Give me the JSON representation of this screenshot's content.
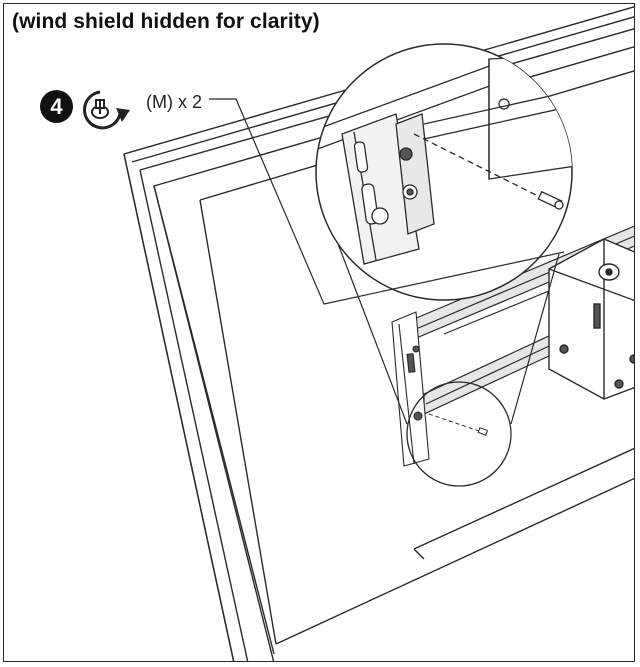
{
  "caption": "(wind shield hidden for clarity)",
  "step": {
    "number": "4",
    "icon": "clockwise-screw-icon",
    "quantity_label": "(M) x 2"
  },
  "colors": {
    "line": "#2a2a2a",
    "panel_fill": "#ffffff",
    "shade": "#d9d9d9",
    "dark_part": "#555555"
  }
}
